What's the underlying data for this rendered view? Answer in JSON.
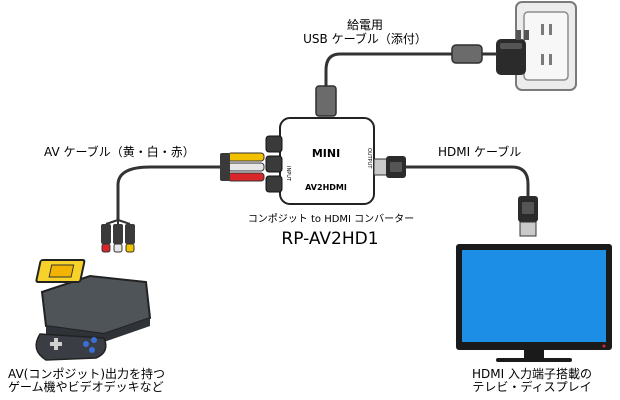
{
  "usb_label_lines": [
    "給電用",
    "USB ケーブル（添付）"
  ],
  "av_label": "AV ケーブル（黄・白・赤）",
  "hdmi_label": "HDMI ケーブル",
  "converter": {
    "brand": "MINI",
    "name": "AV2HDMI",
    "input": "INPUT",
    "output": "OUTPUT",
    "description": "コンポジット to HDMI コンバーター",
    "model": "RP-AV2HD1"
  },
  "game_label_lines": [
    "AV(コンポジット)出力を持つ",
    "ゲーム機やビデオデッキなど"
  ],
  "tv_label_lines": [
    "HDMI 入力端子搭載の",
    "テレビ・ディスプレイ"
  ],
  "colors": {
    "rca_yellow": "#f2c200",
    "rca_white": "#e6e6e6",
    "rca_red": "#d8262a",
    "tv_screen": "#1c8ee6",
    "console_body": "#4f5459",
    "cartridge": "#f6d22a",
    "outlet": "#ececec"
  },
  "icons": [
    "power-adapter-icon",
    "wall-outlet-icon",
    "game-console-icon",
    "tv-icon",
    "rca-plug-icon",
    "hdmi-plug-icon"
  ]
}
